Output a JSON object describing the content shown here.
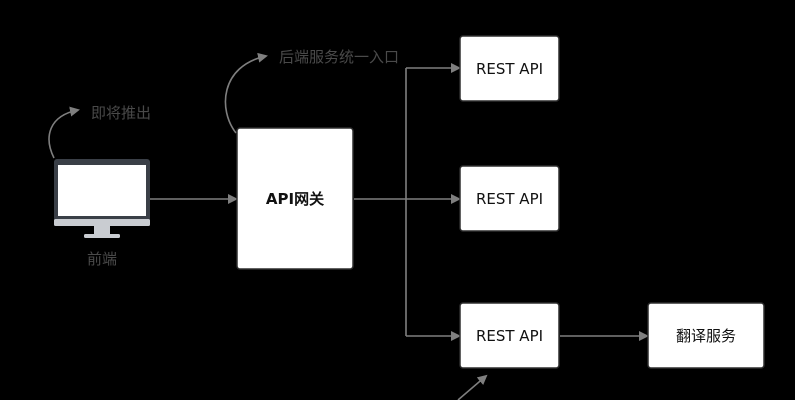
{
  "diagram": {
    "nodes": {
      "frontend": {
        "label": "前端"
      },
      "gateway": {
        "label": "API网关"
      },
      "api_top": {
        "label": "REST API"
      },
      "api_mid": {
        "label": "REST API"
      },
      "api_bot": {
        "label": "REST API"
      },
      "translate": {
        "label": "翻译服务"
      }
    },
    "annotations": {
      "deprecated": "即将推出",
      "unified_entry": "后端服务统一入口"
    },
    "colors": {
      "background": "#000000",
      "node_fill": "#ffffff",
      "node_stroke": "#2e2e2e",
      "connector": "#7f7f7f",
      "annotation_text": "#4a4a4a",
      "monitor_frame": "#3a3f47",
      "monitor_stand": "#c9ccd1"
    },
    "icons": {
      "frontend": "desktop-monitor-icon"
    }
  }
}
